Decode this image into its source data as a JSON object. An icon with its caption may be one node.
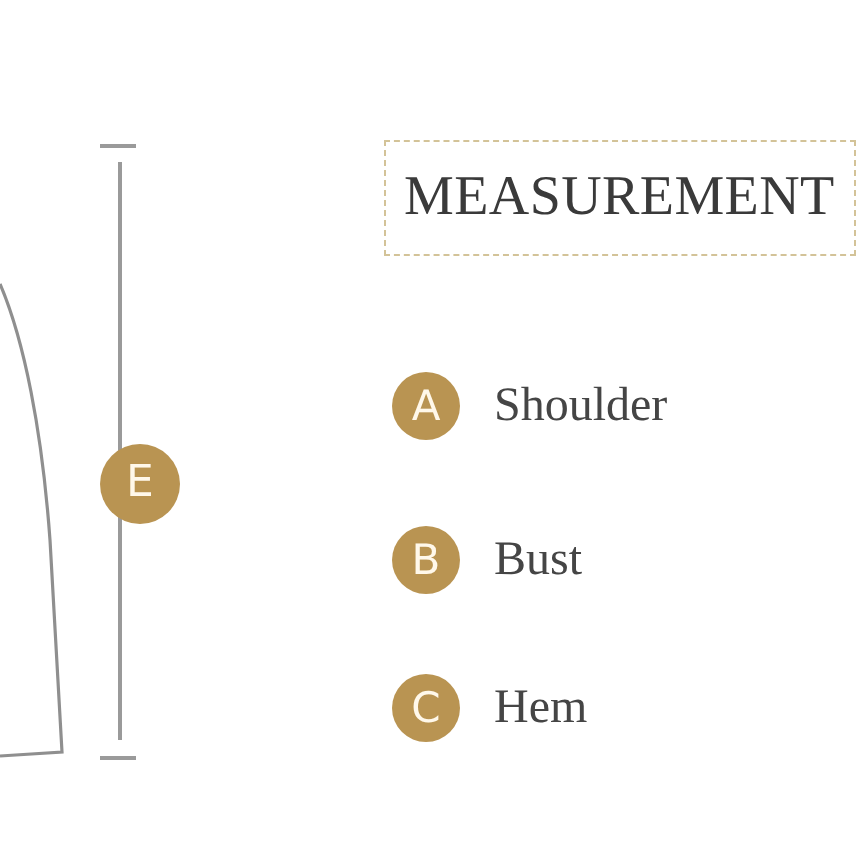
{
  "diagram": {
    "nodes": [
      {
        "text": [
          "E"
        ]
      },
      {
        "text": [
          "MEASUREMENT"
        ]
      },
      {
        "text": [
          "A"
        ],
        "beside": [
          "Shoulder"
        ]
      },
      {
        "text": [
          "B"
        ],
        "beside": [
          "Bust"
        ]
      },
      {
        "text": [
          "C"
        ],
        "beside": [
          "Hem"
        ]
      }
    ]
  }
}
